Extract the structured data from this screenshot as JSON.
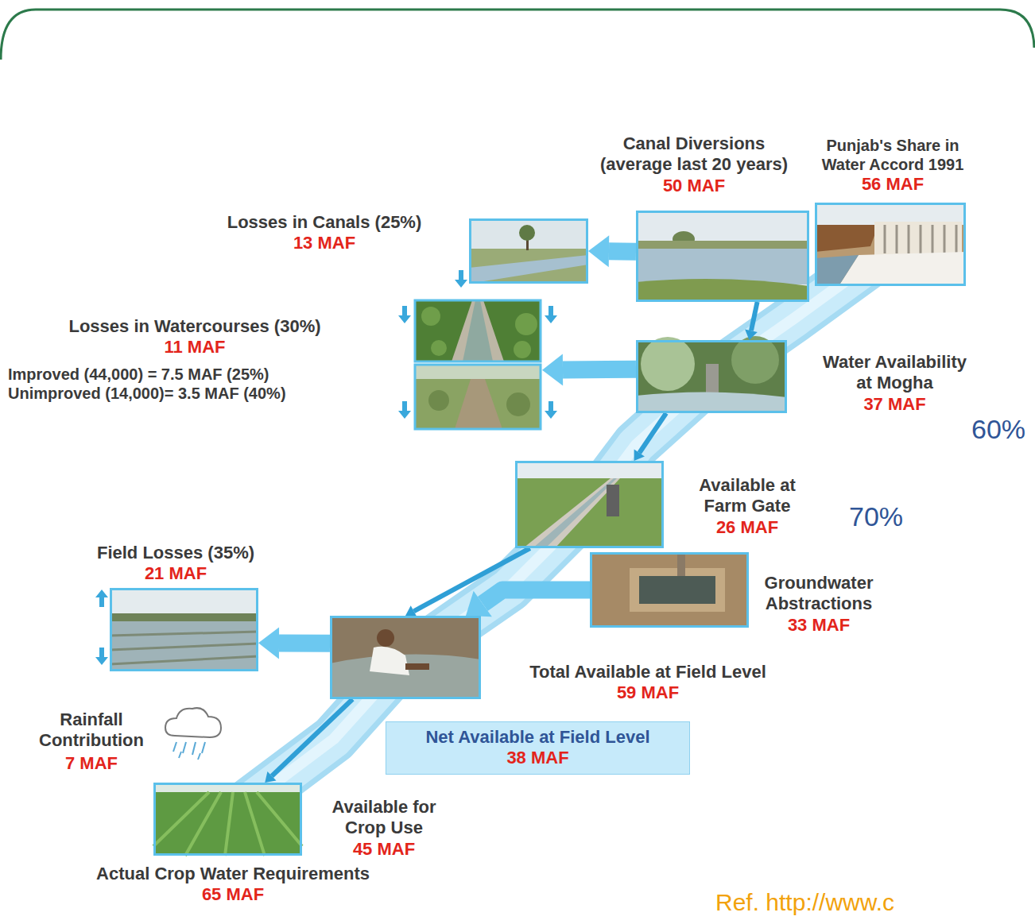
{
  "diagram": {
    "nodes": [
      {
        "text": [
          "Punjab's Share in Water Accord 1991",
          "56 MAF"
        ]
      },
      {
        "text": [
          "Canal Diversions",
          "(average last 20 years)",
          "50 MAF"
        ]
      },
      {
        "text": [
          "Losses in Canals (25%)",
          "13 MAF"
        ]
      },
      {
        "text": [
          "Losses in Watercourses (30%)",
          "11 MAF",
          "Improved (44,000) = 7.5 MAF (25%)",
          "Unimproved (14,000)= 3.5 MAF (40%)"
        ]
      },
      {
        "text": [
          "Water Availability at Mogha",
          "37 MAF"
        ]
      },
      {
        "text": [
          "Available at Farm Gate",
          "26 MAF"
        ]
      },
      {
        "text": [
          "Groundwater Abstractions",
          "33 MAF"
        ]
      },
      {
        "text": [
          "Field Losses (35%)",
          "21 MAF"
        ]
      },
      {
        "text": [
          "Total Available at Field Level",
          "59 MAF"
        ]
      },
      {
        "text": [
          "Net Available at Field Level",
          "38 MAF"
        ]
      },
      {
        "text": [
          "Available for Crop Use",
          "45 MAF",
          "Actual Crop Water Requirements",
          "65 MAF"
        ]
      }
    ],
    "edges": [
      {
        "from": 1,
        "to": 2,
        "arrow": "to"
      },
      {
        "from": 1,
        "to": 4,
        "arrow": "to"
      },
      {
        "from": 4,
        "to": 3,
        "arrow": "to"
      },
      {
        "from": 4,
        "to": 5,
        "arrow": "to"
      },
      {
        "from": 5,
        "to": 8,
        "arrow": "to"
      },
      {
        "from": 6,
        "to": 8,
        "arrow": "to"
      },
      {
        "from": 8,
        "to": 7,
        "arrow": "to"
      },
      {
        "from": 8,
        "to": 10,
        "arrow": "to"
      }
    ],
    "labels": [
      "Rainfall Contribution",
      "7 MAF",
      "60%",
      "70%",
      "Ref. http://www.c"
    ]
  }
}
